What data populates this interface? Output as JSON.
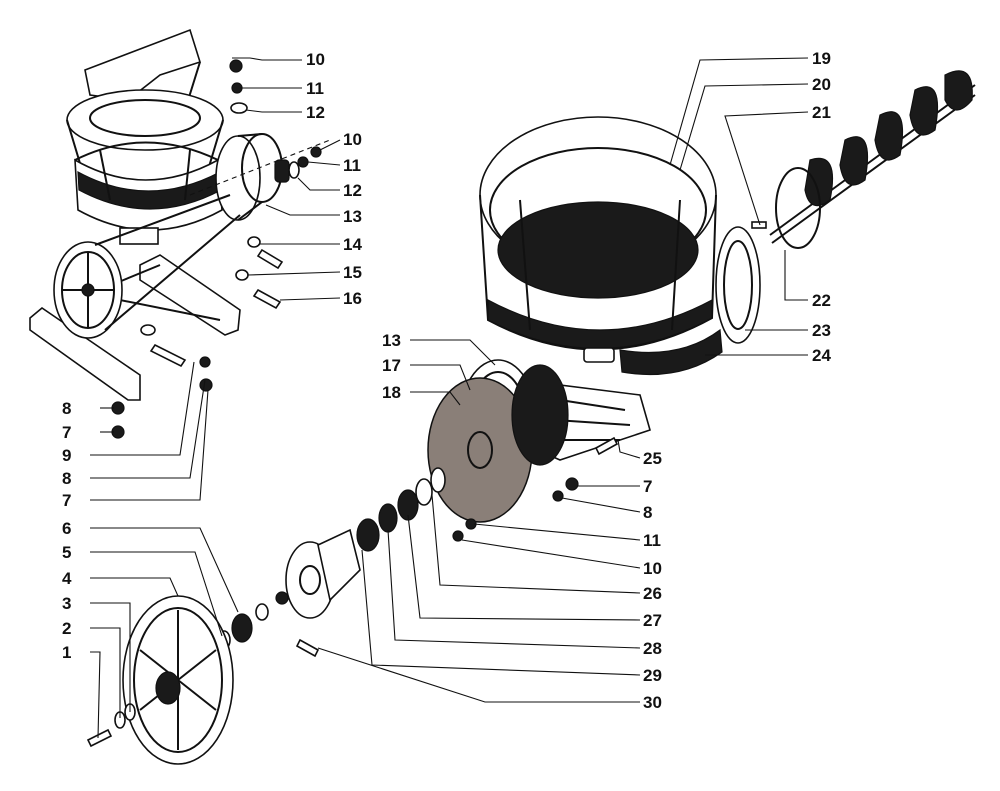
{
  "callouts": {
    "c1": "1",
    "c2": "2",
    "c3": "3",
    "c4": "4",
    "c5": "5",
    "c6": "6",
    "c7a": "7",
    "c8a": "8",
    "c9": "9",
    "c8b": "8",
    "c7b": "7",
    "c10a": "10",
    "c11a": "11",
    "c12a": "12",
    "c10b": "10",
    "c11b": "11",
    "c12b": "12",
    "c13a": "13",
    "c14": "14",
    "c15": "15",
    "c16": "16",
    "c13b": "13",
    "c17": "17",
    "c18": "18",
    "c19": "19",
    "c20": "20",
    "c21": "21",
    "c22": "22",
    "c23": "23",
    "c24": "24",
    "c25": "25",
    "c7c": "7",
    "c8c": "8",
    "c11c": "11",
    "c10c": "10",
    "c26": "26",
    "c27": "27",
    "c28": "28",
    "c29": "29",
    "c30": "30"
  },
  "parts": {
    "hopper_assembly": "hopper-assembly",
    "stand_frame": "stand-frame",
    "small_pulley": "small-pulley",
    "drum_assembly": "mixing-drum",
    "mixing_screw": "mixing-screw",
    "gasket": "gasket",
    "end_flange": "end-flange",
    "bearing_housing": "bearing-housing",
    "large_pulley": "large-pulley"
  }
}
